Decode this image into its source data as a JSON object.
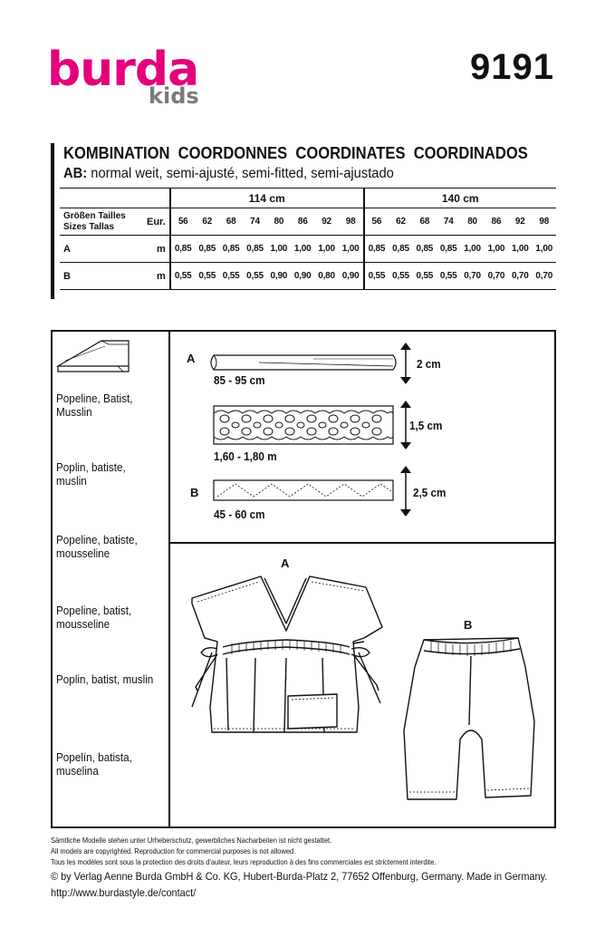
{
  "brand": {
    "name": "burda",
    "sub": "kids",
    "color": "#e4007c"
  },
  "pattern_number": "9191",
  "titles": [
    "KOMBINATION",
    "COORDONNES",
    "COORDINATES",
    "COORDINADOS"
  ],
  "fit": {
    "label": "AB:",
    "text": "normal weit, semi-ajusté, semi-fitted, semi-ajustado"
  },
  "table": {
    "widths": [
      "114 cm",
      "140 cm"
    ],
    "size_header": {
      "line1": "Größen  Tailles",
      "line2": "Sizes  Tallas"
    },
    "eur_label": "Eur.",
    "sizes": [
      "56",
      "62",
      "68",
      "74",
      "80",
      "86",
      "92",
      "98"
    ],
    "unit": "m",
    "rows": [
      {
        "label": "A",
        "w114": [
          "0,85",
          "0,85",
          "0,85",
          "0,85",
          "1,00",
          "1,00",
          "1,00",
          "1,00"
        ],
        "w140": [
          "0,85",
          "0,85",
          "0,85",
          "0,85",
          "1,00",
          "1,00",
          "1,00",
          "1,00"
        ]
      },
      {
        "label": "B",
        "w114": [
          "0,55",
          "0,55",
          "0,55",
          "0,55",
          "0,90",
          "0,90",
          "0,80",
          "0,90"
        ],
        "w140": [
          "0,55",
          "0,55",
          "0,55",
          "0,55",
          "0,70",
          "0,70",
          "0,70",
          "0,70"
        ]
      }
    ]
  },
  "fabrics": [
    "Popeline, Batist, Musslin",
    "Poplin, batiste, muslin",
    "Popeline, batiste, mousseline",
    "Popeline, batist, mousseline",
    "Poplin, batist, muslin",
    "Popelín, batista, muselina"
  ],
  "notions": [
    {
      "letter": "A",
      "length": "85 - 95 cm",
      "width": "2 cm"
    },
    {
      "letter": "",
      "length": "1,60 - 1,80 m",
      "width": "1,5 cm"
    },
    {
      "letter": "B",
      "length": "45 - 60 cm",
      "width": "2,5 cm"
    }
  ],
  "garments": {
    "a_label": "A",
    "b_label": "B"
  },
  "legal": [
    "Sämtliche Modelle stehen unter Urheberschutz, gewerbliches Nacharbeiten ist nicht gestattet.",
    "All models are copyrighted. Reproduction for commercial purposes is not allowed.",
    "Tous les modèles sont sous la protection des droits d'auteur, leurs reproduction à des fins commerciales est strictement interdite."
  ],
  "copyright": "© by Verlag Aenne Burda GmbH & Co. KG, Hubert-Burda-Platz 2, 77652 Offenburg, Germany. Made in Germany.",
  "url": "http://www.burdastyle.de/contact/"
}
